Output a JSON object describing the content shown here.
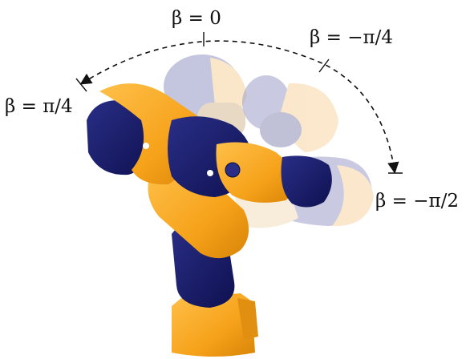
{
  "labels": {
    "beta_zero": "β = 0",
    "beta_pi_4": "β = π/4",
    "beta_minus_pi_4": "β = −π/4",
    "beta_minus_pi_2": "β = −π/2"
  },
  "colors": {
    "robot_orange": "#F6A21A",
    "robot_navy": "#15185E",
    "ghost_orange": "#F8D6A4",
    "ghost_navy": "#9DA0C9",
    "ink": "#111111",
    "background": "#FFFFFF"
  }
}
